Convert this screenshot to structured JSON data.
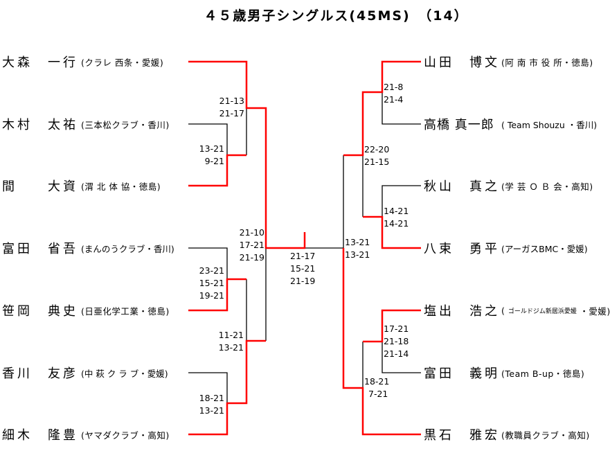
{
  "title": "４５歳男子シングルス(45MS)　（14）",
  "colors": {
    "winner_line": "#ff0000",
    "loser_line": "#000000"
  },
  "left_players": [
    {
      "name": "大森　一行",
      "affiliation": "(クラレ 西条・愛媛)"
    },
    {
      "name": "木村　太祐",
      "affiliation": "(三本松クラブ・香川)"
    },
    {
      "name": "間　　大資",
      "affiliation": "(渭 北 体 協・徳島)"
    },
    {
      "name": "富田　省吾",
      "affiliation": "(まんのうクラブ・香川)"
    },
    {
      "name": "笹岡　典史",
      "affiliation": "(日亜化学工業・徳島)"
    },
    {
      "name": "香川　友彦",
      "affiliation": "(中 萩 ク ラ ブ・愛媛)"
    },
    {
      "name": "細木　隆豊",
      "affiliation": "(ヤマダクラブ・高知)"
    }
  ],
  "right_players": [
    {
      "name": "山田　博文",
      "affiliation": "(阿 南 市 役 所・徳島)"
    },
    {
      "name": "高橋 真一郎",
      "affiliation": "( Team Shouzu ・香川)"
    },
    {
      "name": "秋山　真之",
      "affiliation": "(学 芸 Ｏ Ｂ 会・高知)"
    },
    {
      "name": "八束　勇平",
      "affiliation": "(アーガスBMC・愛媛)"
    },
    {
      "name": "塩出　浩之",
      "affiliation_prefix": "( ",
      "affiliation_small": "ゴールドジム新居浜愛媛",
      "affiliation": " ・愛媛)"
    },
    {
      "name": "富田　義明",
      "affiliation": "(Team B-up・徳島)"
    },
    {
      "name": "黒石　雅宏",
      "affiliation": "(教職員クラブ・高知)"
    }
  ],
  "scores": {
    "l_r2_a": [
      "21-13",
      "21-17"
    ],
    "l_r1_a": [
      "13-21",
      "9-21"
    ],
    "l_sf": [
      "21-10",
      "17-21",
      "21-19"
    ],
    "l_r1_b": [
      "23-21",
      "15-21",
      "19-21"
    ],
    "l_r2_b": [
      "11-21",
      "13-21"
    ],
    "l_r1_c": [
      "18-21",
      "13-21"
    ],
    "final": [
      "21-17",
      "15-21",
      "21-19"
    ],
    "r_r1_a": [
      "21-8",
      "21-4"
    ],
    "r_r2_a": [
      "22-20",
      "21-15"
    ],
    "r_r1_b": [
      "14-21",
      "14-21"
    ],
    "r_sf": [
      "13-21",
      "13-21"
    ],
    "r_r1_c": [
      "17-21",
      "21-18",
      "21-14"
    ],
    "r_r2_b": [
      "18-21",
      "7-21"
    ]
  }
}
